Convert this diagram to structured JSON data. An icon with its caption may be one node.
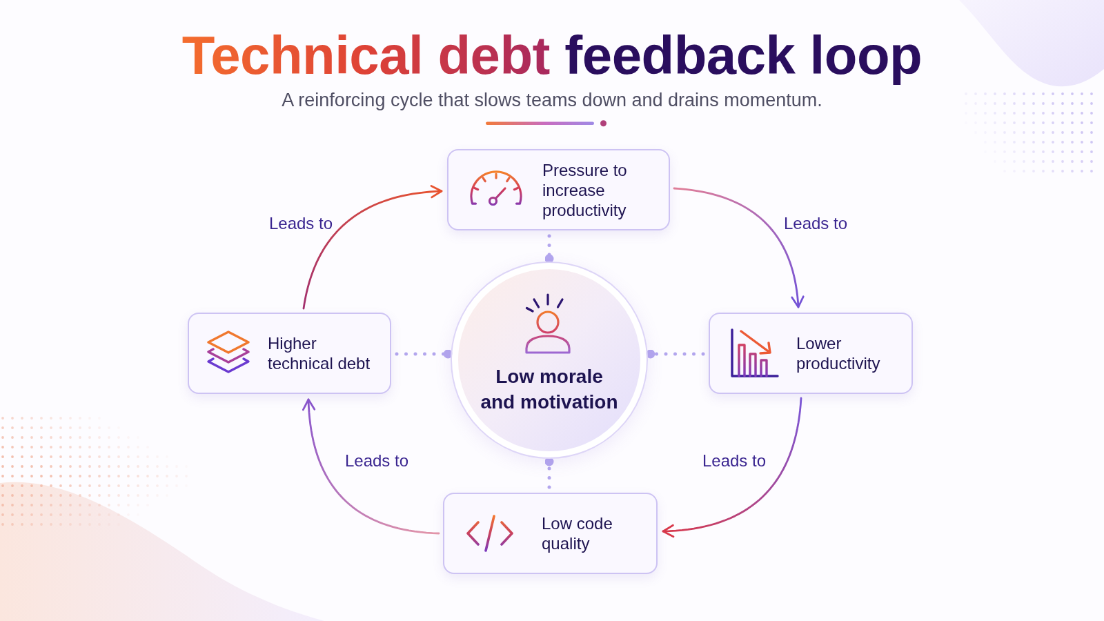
{
  "diagram": {
    "title": "Technical debt feedback loop",
    "nodes": [
      {
        "text": [
          "Pressure to increase productivity"
        ]
      },
      {
        "text": [
          "Higher technical debt"
        ]
      },
      {
        "text": [
          "Low morale and motivation"
        ]
      },
      {
        "text": [
          "Lower productivity"
        ]
      },
      {
        "text": [
          "Low code quality"
        ]
      }
    ],
    "edges": [
      {
        "from": 1,
        "to": 0,
        "arrow": "to",
        "label": "Leads to"
      },
      {
        "from": 0,
        "to": 3,
        "arrow": "to",
        "label": "Leads to"
      },
      {
        "from": 3,
        "to": 4,
        "arrow": "to",
        "label": "Leads to"
      },
      {
        "from": 4,
        "to": 1,
        "arrow": "to",
        "label": "Leads to"
      },
      {
        "from": 0,
        "to": 2,
        "arrow": "other",
        "style": "dashed",
        "color": "#b3a6ee"
      },
      {
        "from": 1,
        "to": 2,
        "arrow": "other",
        "style": "dashed",
        "color": "#b3a6ee"
      },
      {
        "from": 3,
        "to": 2,
        "arrow": "other",
        "style": "dashed",
        "color": "#b3a6ee"
      },
      {
        "from": 4,
        "to": 2,
        "arrow": "other",
        "style": "dashed",
        "color": "#b3a6ee"
      }
    ],
    "labels": [
      "A reinforcing cycle that slows teams down and drains momentum."
    ]
  }
}
